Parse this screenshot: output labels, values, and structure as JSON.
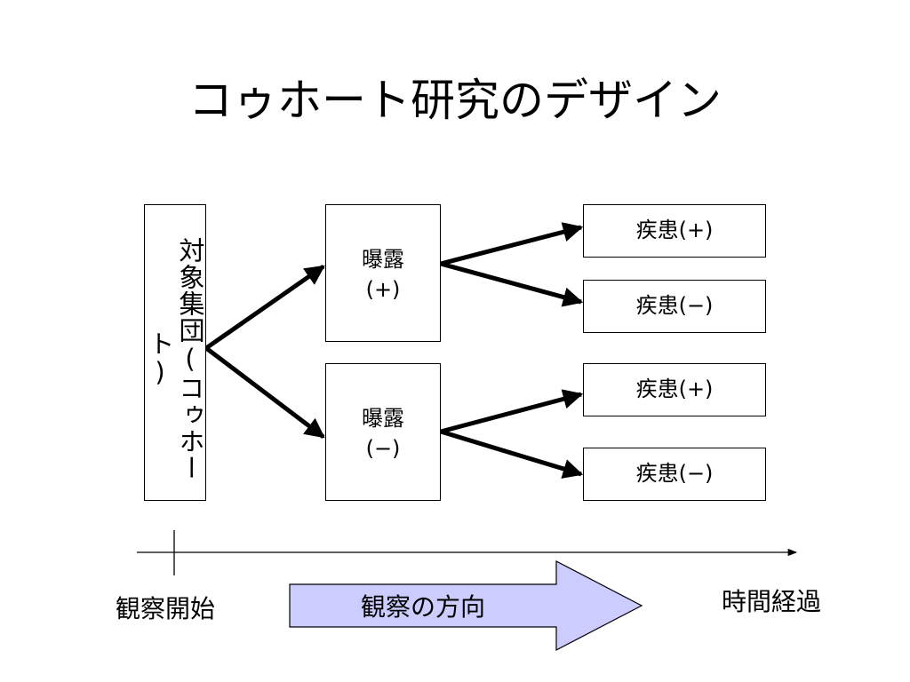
{
  "slide": {
    "title": "コゥホート研究のデザイン"
  },
  "cohort_box": {
    "label": "対象集団(コゥホート)"
  },
  "exposure": [
    {
      "line1": "曝露",
      "line2": "(+)"
    },
    {
      "line1": "曝露",
      "line2": "(−)"
    }
  ],
  "outcomes": [
    {
      "label": "疾患(+)"
    },
    {
      "label": "疾患(−)"
    },
    {
      "label": "疾患(+)"
    },
    {
      "label": "疾患(−)"
    }
  ],
  "timeline": {
    "start_label": "観察開始",
    "direction_label": "観察の方向",
    "end_label": "時間経過"
  },
  "colors": {
    "direction_arrow_fill": "#ccccff",
    "stroke": "#000000"
  }
}
